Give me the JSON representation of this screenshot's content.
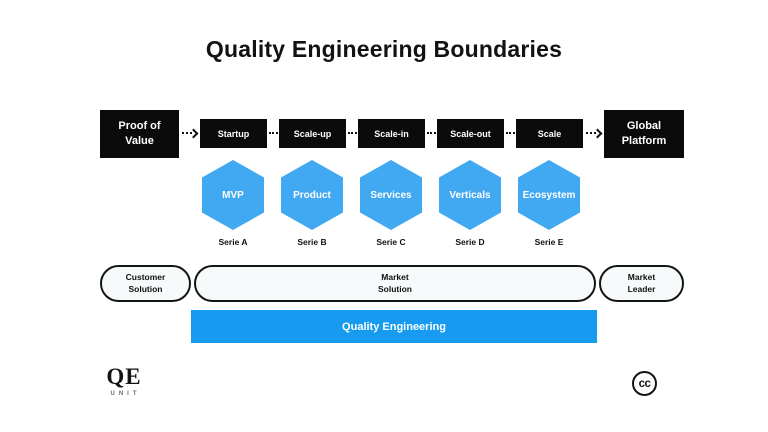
{
  "title": "Quality Engineering Boundaries",
  "flow": {
    "start": "Proof of\nValue",
    "steps": [
      "Startup",
      "Scale-up",
      "Scale-in",
      "Scale-out",
      "Scale"
    ],
    "end": "Global\nPlatform"
  },
  "hexagons": [
    {
      "label": "MVP",
      "serie": "Serie A"
    },
    {
      "label": "Product",
      "serie": "Serie B"
    },
    {
      "label": "Services",
      "serie": "Serie C"
    },
    {
      "label": "Verticals",
      "serie": "Serie D"
    },
    {
      "label": "Ecosystem",
      "serie": "Serie E"
    }
  ],
  "bands": {
    "left": "Customer\nSolution",
    "center": "Market\nSolution",
    "right": "Market\nLeader"
  },
  "qe_bar_label": "Quality Engineering",
  "footer": {
    "logo_main": "QE",
    "logo_sub": "UNIT",
    "license_label": "cc"
  },
  "colors": {
    "hexagon_blue": "#41a8f2",
    "bar_blue": "#169bf0",
    "box_black": "#0b0b0b",
    "band_fill": "#f7fafb"
  }
}
